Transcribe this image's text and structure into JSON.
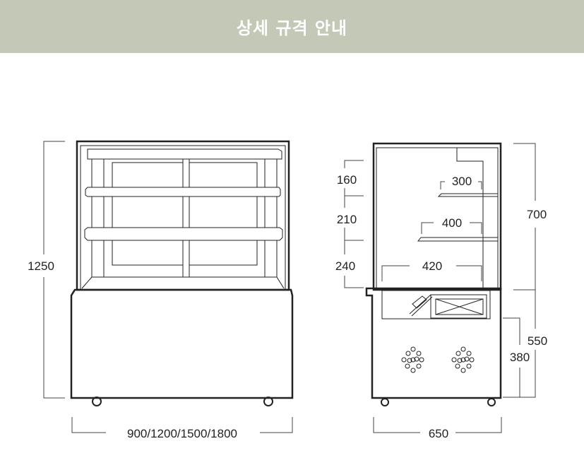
{
  "header": {
    "title": "상세 규격 안내"
  },
  "front_view": {
    "height_label": "1250",
    "width_label": "900/1200/1500/1800"
  },
  "side_view": {
    "shelf_gaps": [
      "160",
      "210",
      "240"
    ],
    "shelf_depths": [
      "300",
      "400",
      "420"
    ],
    "upper_height": "700",
    "lower_height": "550",
    "base_height": "380",
    "depth_label": "650"
  },
  "colors": {
    "header_bg": "#c3c8b7",
    "line": "#222222"
  }
}
